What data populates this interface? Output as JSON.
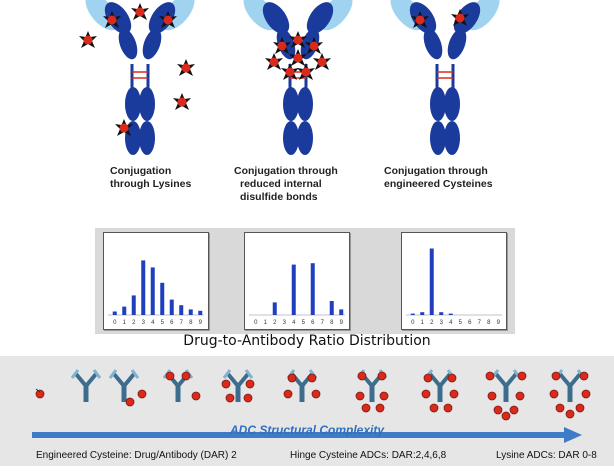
{
  "conjugation_methods": [
    {
      "line1": "Conjugation",
      "line2": "through Lysines",
      "line3": ""
    },
    {
      "line1": "Conjugation through",
      "line2": "reduced internal",
      "line3": "disulfide bonds"
    },
    {
      "line1": "Conjugation through",
      "line2": "engineered Cysteines",
      "line3": ""
    }
  ],
  "distribution_title": "Drug-to-Antibody Ratio Distribution",
  "chart_data": [
    {
      "type": "bar",
      "categories": [
        "0",
        "1",
        "2",
        "3",
        "4",
        "5",
        "6",
        "7",
        "8",
        "9"
      ],
      "values": [
        0.05,
        0.12,
        0.28,
        0.78,
        0.68,
        0.46,
        0.22,
        0.14,
        0.08,
        0.06
      ]
    },
    {
      "type": "bar",
      "categories": [
        "0",
        "1",
        "2",
        "3",
        "4",
        "5",
        "6",
        "7",
        "8",
        "9"
      ],
      "values": [
        0.0,
        0.0,
        0.18,
        0.0,
        0.72,
        0.0,
        0.74,
        0.0,
        0.2,
        0.08
      ]
    },
    {
      "type": "bar",
      "categories": [
        "0",
        "1",
        "2",
        "3",
        "4",
        "5",
        "6",
        "7",
        "8",
        "9"
      ],
      "values": [
        0.02,
        0.04,
        0.95,
        0.04,
        0.02,
        0.0,
        0.0,
        0.0,
        0.0,
        0.0
      ]
    }
  ],
  "complexity_arrow_label": "ADC Structural Complexity",
  "footer": {
    "left": "Engineered Cysteine: Drug/Antibody (DAR) 2",
    "middle": "Hinge Cysteine ADCs: DAR:2,4,6,8",
    "right": "Lysine ADCs: DAR 0-8"
  },
  "colors": {
    "heavy_chain": "#1a3a9c",
    "light_chain_tip": "#9fd3ef",
    "drug_star": "#d92a1c",
    "bar": "#1f3fbf",
    "arrow": "#3f7cc7",
    "small_antibody": "#3d6d8e"
  }
}
